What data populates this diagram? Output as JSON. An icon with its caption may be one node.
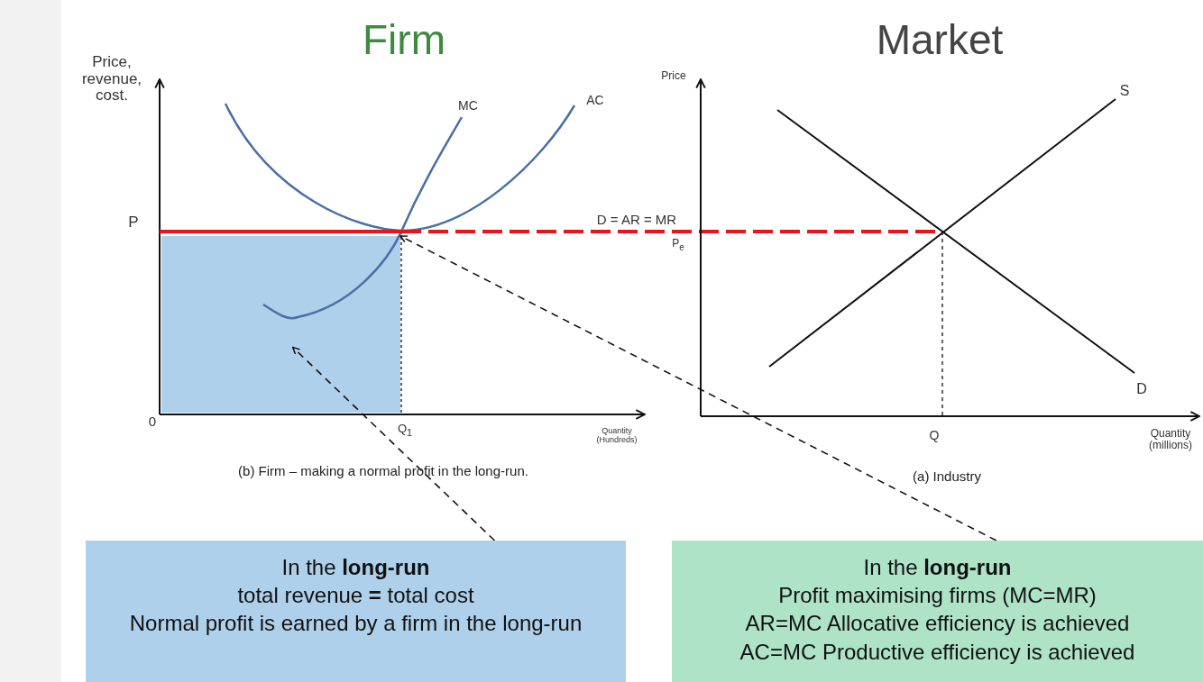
{
  "diagram": {
    "nodes": [
      {
        "text": [
          "In the **long-run**",
          "total revenue **=** total cost",
          "Normal profit is earned by a firm in the long-run"
        ]
      },
      {
        "text": [
          "In the **long-run**",
          "Profit maximising firms (MC=MR)",
          "AR=MC  Allocative efficiency is achieved",
          "AC=MC Productive efficiency is achieved"
        ]
      },
      {
        "text": [],
        "shape": "box"
      }
    ],
    "edges": [
      {
        "from": 0,
        "to": 2,
        "arrow": "to",
        "style": "dashed"
      },
      {
        "from": 1,
        "to": 2,
        "arrow": "to",
        "style": "dashed"
      }
    ],
    "labels": [
      "Firm",
      "Market",
      "Price, revenue, cost.",
      "MC",
      "AC",
      "P",
      "D = AR = MR",
      "0",
      "Q$_{1}$",
      "Quantity (Hundreds)",
      "(b) Firm – making a normal profit in the long-run.",
      "Price",
      "S",
      "P$_{e}$",
      "D",
      "Q",
      "Quantity (millions)",
      "(a) Industry"
    ]
  }
}
